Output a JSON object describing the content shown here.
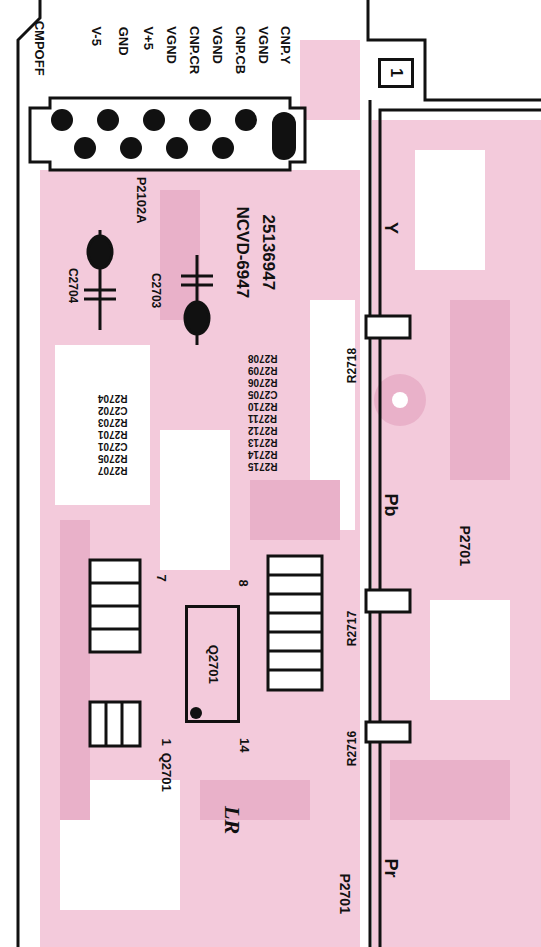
{
  "diagram": {
    "nodes": [
      {
        "text": [
          "1"
        ]
      },
      {
        "text": [
          "Q2701"
        ]
      }
    ],
    "labels": [
      "CNP.Y",
      "VGND",
      "CNP.CB",
      "VGND",
      "CNP.CR",
      "VGND",
      "V+5",
      "GND",
      "V-5",
      "CMPOFF",
      "P2102A",
      "25136947",
      "NCVD-6947",
      "C2703",
      "C2704",
      "Y",
      "R2718",
      "Pb",
      "P2701",
      "R2717",
      "R2716",
      "Pr",
      "P2701",
      "Q2701",
      "7",
      "8",
      "14",
      "1",
      "LR",
      "R2708",
      "R2709",
      "R2706",
      "C2705",
      "R2710",
      "R2711",
      "R2712",
      "R2713",
      "R2714",
      "R2715",
      "R2704",
      "C2702",
      "R2703",
      "R2701",
      "C2701",
      "R2705",
      "R2707"
    ]
  }
}
